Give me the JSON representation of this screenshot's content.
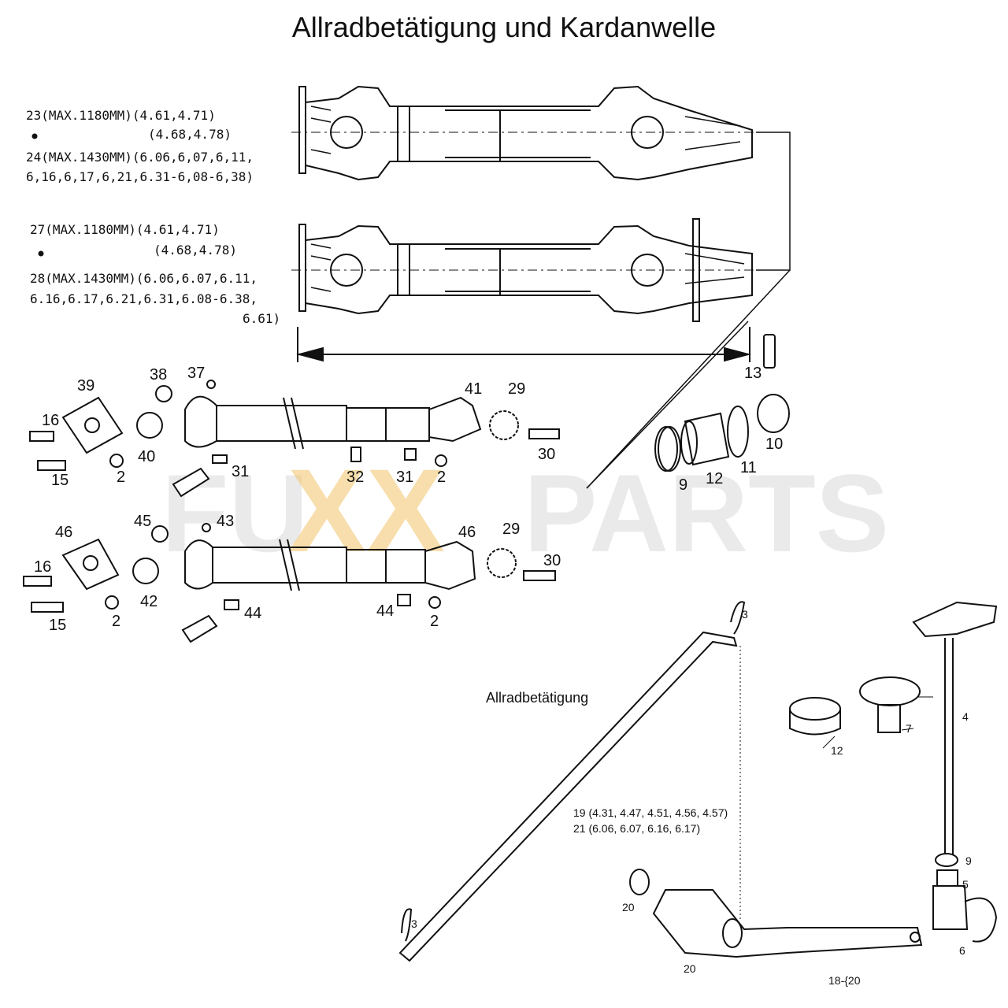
{
  "title": "Allradbetätigung und Kardanwelle",
  "section_label": "Allradbetätigung",
  "watermark": "FUXXPARTS",
  "shaft_notes": {
    "upper": [
      "23(MAX.1180MM)(4.61,4.71)",
      "(4.68,4.78)",
      "24(MAX.1430MM)(6.06,6,07,6,11,",
      "6,16,6,17,6,21,6.31-6,08-6,38)"
    ],
    "lower": [
      "27(MAX.1180MM)(4.61,4.71)",
      "(4.68,4.78)",
      "28(MAX.1430MM)(6.06,6.07,6.11,",
      "6.16,6.17,6.21,6.31,6.08-6.38,",
      "6.61)"
    ]
  },
  "lever_note": [
    "19 (4.31, 4.47, 4.51, 4.56, 4.57)",
    "21 (6.06, 6.07, 6.16, 6.17)"
  ],
  "callouts": {
    "n13": "13",
    "n39": "39",
    "n38": "38",
    "n37": "37",
    "n41": "41",
    "n29a": "29",
    "n16a": "16",
    "n40": "40",
    "n31a": "31",
    "n30a": "30",
    "n15a": "15",
    "n2a": "2",
    "n32": "32",
    "n31b": "31",
    "n2b": "2",
    "n9a": "9",
    "n12a": "12",
    "n11": "11",
    "n10": "10",
    "n46a": "46",
    "n45": "45",
    "n43": "43",
    "n46b": "46",
    "n29b": "29",
    "n16b": "16",
    "n30b": "30",
    "n42": "42",
    "n15b": "15",
    "n2c": "2",
    "n44a": "44",
    "n44b": "44",
    "n2d": "2",
    "n3a": "3",
    "n4": "4",
    "n12b": "12",
    "n7": "7",
    "n9b": "9",
    "n5": "5",
    "n6": "6",
    "n20a": "20",
    "n20b": "20",
    "n3b": "3",
    "n1820": "18-{20"
  }
}
